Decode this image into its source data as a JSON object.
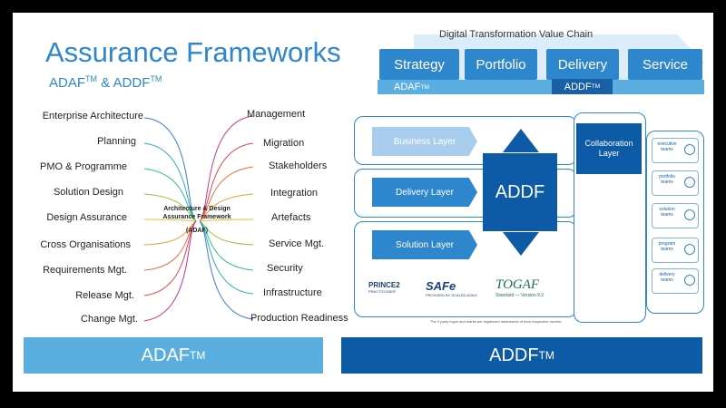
{
  "title": "Assurance Frameworks",
  "subtitle": {
    "text": "ADAF",
    "tm": "TM",
    "amp": " & ADDF",
    "tm2": "TM"
  },
  "value_chain": {
    "title": "Digital Transformation Value Chain",
    "stages": [
      "Strategy",
      "Portfolio",
      "Delivery",
      "Service"
    ],
    "adaf_label": "ADAF",
    "adaf_tm": "TM",
    "addf_label": "ADDF",
    "addf_tm": "TM"
  },
  "adaf_items_left": [
    "Enterprise Architecture",
    "Planning",
    "PMO & Programme",
    "Solution Design",
    "Design Assurance",
    "Cross Organisations",
    "Requirements Mgt.",
    "Release Mgt.",
    "Change Mgt."
  ],
  "adaf_items_right": [
    "Management",
    "Migration",
    "Stakeholders",
    "Integration",
    "Artefacts",
    "Service Mgt.",
    "Security",
    "Infrastructure",
    "Production Readiness"
  ],
  "adaf_center": {
    "line1": "Architecture & Design",
    "line2": "Assurance Framework",
    "line3": "(ADAF)"
  },
  "layers": [
    "Business Layer",
    "Delivery Layer",
    "Solution Layer"
  ],
  "addf_label": "ADDF",
  "collab_label": {
    "line1": "Collaboration",
    "line2": "Layer"
  },
  "teams": [
    {
      "line1": "executive",
      "line2": "teams"
    },
    {
      "line1": "portfolio",
      "line2": "teams"
    },
    {
      "line1": "solution",
      "line2": "teams"
    },
    {
      "line1": "program",
      "line2": "teams"
    },
    {
      "line1": "delivery",
      "line2": "teams"
    }
  ],
  "logos": {
    "prince2": "PRINCE2",
    "prince2_sub": "PRACTITIONER",
    "safe": "SAFe",
    "safe_sub": "PROVIDED BY SCALED AGILE",
    "togaf": "TOGAF",
    "togaf_sub": "Standard — Version 9.2"
  },
  "footnote": "The 3 party logos and marks are registered trademarks of their respective owners.",
  "bottom": {
    "adaf": "ADAF",
    "adaf_tm": "TM",
    "addf": "ADDF",
    "addf_tm": "TM"
  },
  "colors": {
    "primary": "#2e86cc",
    "dark": "#0d5aa7",
    "light": "#5aaee0"
  }
}
